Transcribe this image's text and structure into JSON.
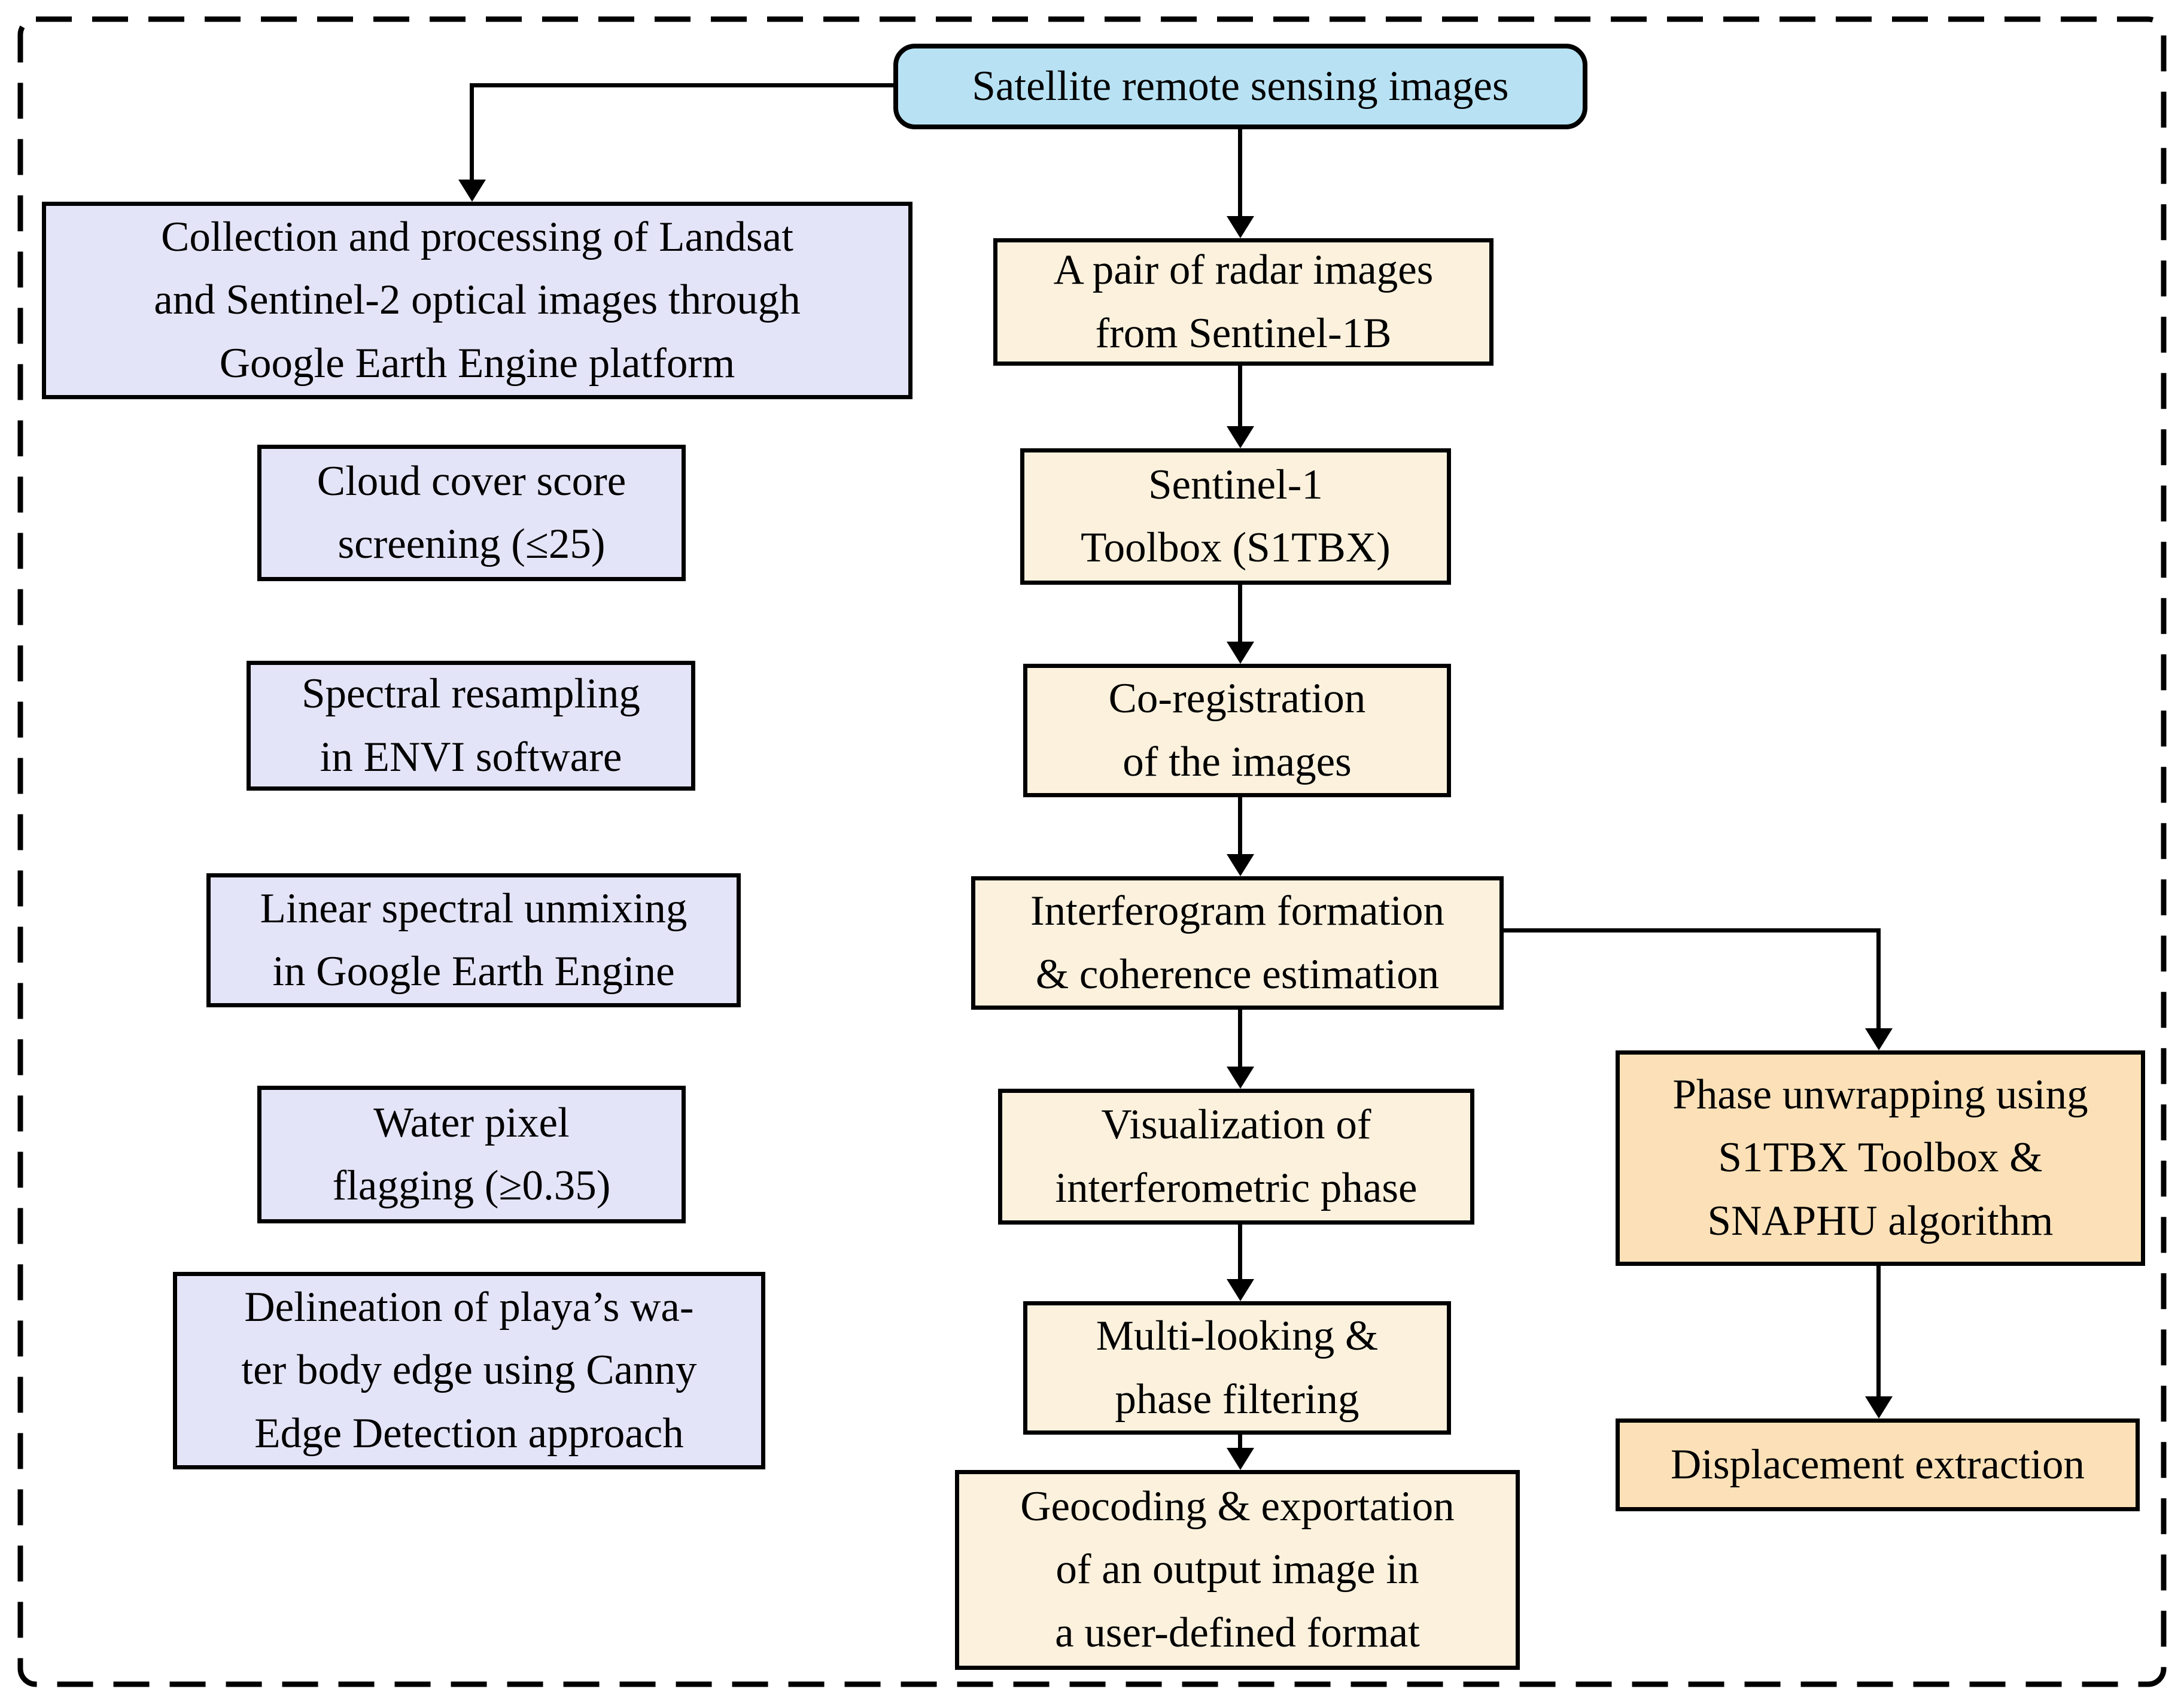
{
  "figure": {
    "root": {
      "id": "satellite-images",
      "label": "Satellite remote sensing images"
    },
    "left_branch": [
      {
        "id": "collection-processing",
        "label": "Collection and processing of Landsat\nand Sentinel-2 optical images through\nGoogle Earth Engine platform"
      },
      {
        "id": "cloud-cover-screening",
        "label": "Cloud cover score\nscreening (≤25)"
      },
      {
        "id": "spectral-resampling",
        "label": "Spectral resampling\nin ENVI software"
      },
      {
        "id": "linear-spectral-unmixing",
        "label": "Linear spectral unmixing\nin Google Earth Engine"
      },
      {
        "id": "water-pixel-flagging",
        "label": "Water pixel\nflagging (≥0.35)"
      },
      {
        "id": "delineation-canny",
        "label": "Delineation of playa’s wa-\nter body edge using Canny\nEdge Detection approach"
      }
    ],
    "middle_branch": [
      {
        "id": "radar-pair",
        "label": "A pair of radar images\nfrom Sentinel-1B"
      },
      {
        "id": "s1-toolbox",
        "label": "Sentinel-1\nToolbox (S1TBX)"
      },
      {
        "id": "co-registration",
        "label": "Co-registration\nof the images"
      },
      {
        "id": "interferogram-formation",
        "label": "Interferogram formation\n& coherence estimation"
      },
      {
        "id": "phase-visualization",
        "label": "Visualization of\ninterferometric phase"
      },
      {
        "id": "multi-looking",
        "label": "Multi-looking &\nphase filtering"
      },
      {
        "id": "geocoding-exportation",
        "label": "Geocoding & exportation\nof an output image in\na user-defined format"
      }
    ],
    "right_branch": [
      {
        "id": "phase-unwrapping",
        "label": "Phase unwrapping using\nS1TBX Toolbox &\nSNAPHU algorithm"
      },
      {
        "id": "displacement-extraction",
        "label": "Displacement extraction"
      }
    ],
    "edges": [
      {
        "from": "satellite-images",
        "to": "collection-processing"
      },
      {
        "from": "satellite-images",
        "to": "radar-pair"
      },
      {
        "from": "collection-processing",
        "to": "cloud-cover-screening"
      },
      {
        "from": "cloud-cover-screening",
        "to": "spectral-resampling"
      },
      {
        "from": "spectral-resampling",
        "to": "linear-spectral-unmixing"
      },
      {
        "from": "linear-spectral-unmixing",
        "to": "water-pixel-flagging"
      },
      {
        "from": "water-pixel-flagging",
        "to": "delineation-canny"
      },
      {
        "from": "radar-pair",
        "to": "s1-toolbox"
      },
      {
        "from": "s1-toolbox",
        "to": "co-registration"
      },
      {
        "from": "co-registration",
        "to": "interferogram-formation"
      },
      {
        "from": "interferogram-formation",
        "to": "phase-visualization"
      },
      {
        "from": "phase-visualization",
        "to": "multi-looking"
      },
      {
        "from": "multi-looking",
        "to": "geocoding-exportation"
      },
      {
        "from": "interferogram-formation",
        "to": "phase-unwrapping"
      },
      {
        "from": "phase-unwrapping",
        "to": "displacement-extraction"
      }
    ]
  },
  "colors": {
    "root_fill": "#b8e2f4",
    "left_fill": "#e4e4f8",
    "middle_fill": "#fbf1dd",
    "right_fill": "#fce1b8",
    "stroke": "#000000",
    "background": "#ffffff"
  }
}
